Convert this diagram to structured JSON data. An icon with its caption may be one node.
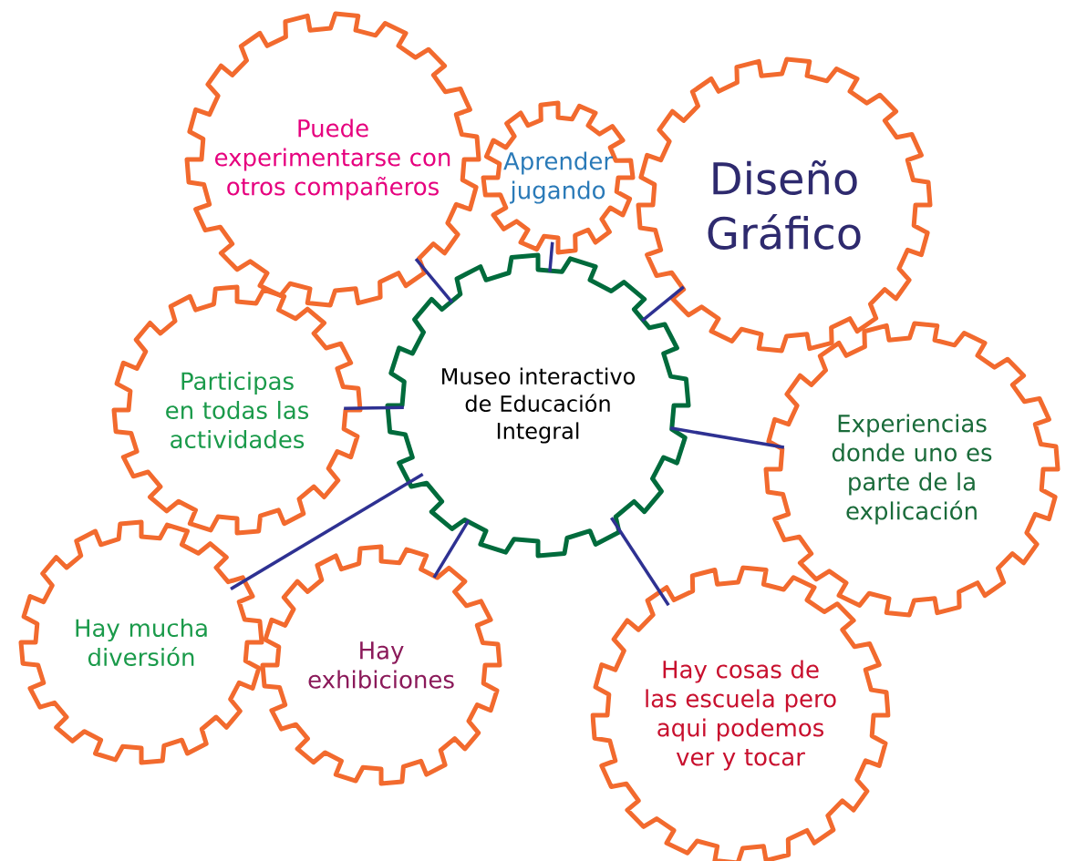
{
  "diagram": {
    "nodes": [
      {
        "text": [
          "Museo interactivo de Educación Integral"
        ]
      },
      {
        "text": [
          "Puede experimentarse con otros compañeros"
        ]
      },
      {
        "text": [
          "Aprender jugando"
        ]
      },
      {
        "text": [
          "Diseño Gráfico"
        ]
      },
      {
        "text": [
          "Participas en todas las actividades"
        ]
      },
      {
        "text": [
          "Experiencias donde uno es parte de la explicación"
        ]
      },
      {
        "text": [
          "Hay mucha diversión"
        ]
      },
      {
        "text": [
          "Hay exhibiciones"
        ]
      },
      {
        "text": [
          "Hay cosas de las escuela pero aqui podemos ver y tocar"
        ]
      }
    ],
    "edges": [
      {
        "from": 0,
        "to": 1,
        "arrow": "none"
      },
      {
        "from": 0,
        "to": 2,
        "arrow": "none"
      },
      {
        "from": 0,
        "to": 3,
        "arrow": "none"
      },
      {
        "from": 0,
        "to": 4,
        "arrow": "none"
      },
      {
        "from": 0,
        "to": 5,
        "arrow": "none"
      },
      {
        "from": 0,
        "to": 6,
        "arrow": "none"
      },
      {
        "from": 0,
        "to": 7,
        "arrow": "none"
      },
      {
        "from": 0,
        "to": 8,
        "arrow": "none"
      }
    ]
  }
}
